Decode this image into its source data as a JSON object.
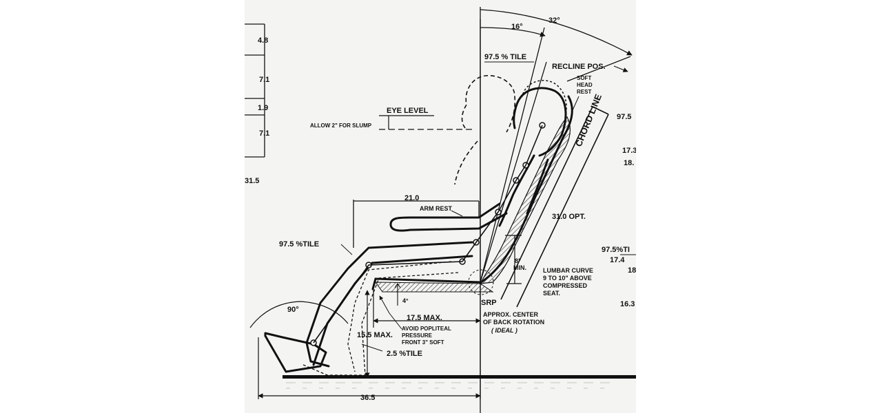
{
  "diagram": {
    "left_scale": {
      "values": [
        "4.8",
        "7.1",
        "1.9",
        "7.1",
        "31.5"
      ]
    },
    "labels": {
      "eye_level": "EYE LEVEL",
      "allow_slump": "ALLOW 2\" FOR SLUMP",
      "angle_16": "16°",
      "angle_32": "32°",
      "percentile_top": "97.5 % TILE",
      "recline_pos": "RECLINE POS.",
      "soft_head_rest": [
        "SOFT",
        "HEAD",
        "REST"
      ],
      "chord_line": "CHORD LINE",
      "arm_rest_width": "21.0",
      "arm_rest": "ARM REST",
      "back_length": "31.0 OPT.",
      "percentile_left": "97.5 %TILE",
      "min_8": "8\"",
      "min_label": "MIN.",
      "lumbar_curve": [
        "LUMBAR CURVE",
        "9 TO 10\" ABOVE",
        "COMPRESSED",
        "SEAT."
      ],
      "angle_4": "4°",
      "srp": "SRP",
      "center_back_rotation": [
        "APPROX. CENTER",
        "OF BACK ROTATION",
        "( IDEAL )"
      ],
      "angle_90": "90°",
      "seat_depth": "17.5 MAX.",
      "popliteal": [
        "AVOID POPLITEAL",
        "PRESSURE",
        "FRONT 3\" SOFT"
      ],
      "seat_height": "15.5 MAX.",
      "percentile_small": "2.5 %TILE",
      "overall_length": "36.5"
    },
    "right_margin": {
      "values": [
        "97.5",
        "17.3",
        "18.",
        "97.5%TI",
        "17.4",
        "18",
        "16.3"
      ]
    }
  }
}
